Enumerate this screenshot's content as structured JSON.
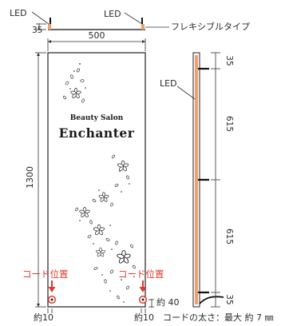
{
  "labels": {
    "led": "LED",
    "flexible_type": "フレキシブルタイプ",
    "width": "500",
    "height": "1300",
    "dim_top": "35",
    "dim_mid1": "615",
    "dim_mid2": "615",
    "dim_bottom": "35",
    "cord_position": "コード位置",
    "approx_40": "約 40",
    "approx_10": "約10",
    "cord_thickness": "コードの太さ：最大 約 7 ㎜"
  },
  "sign": {
    "subtitle": "Beauty Salon",
    "title": "Enchanter"
  },
  "colors": {
    "led_glow": "#f0a070",
    "annotation_red": "#e03a2c",
    "line": "#333333"
  }
}
